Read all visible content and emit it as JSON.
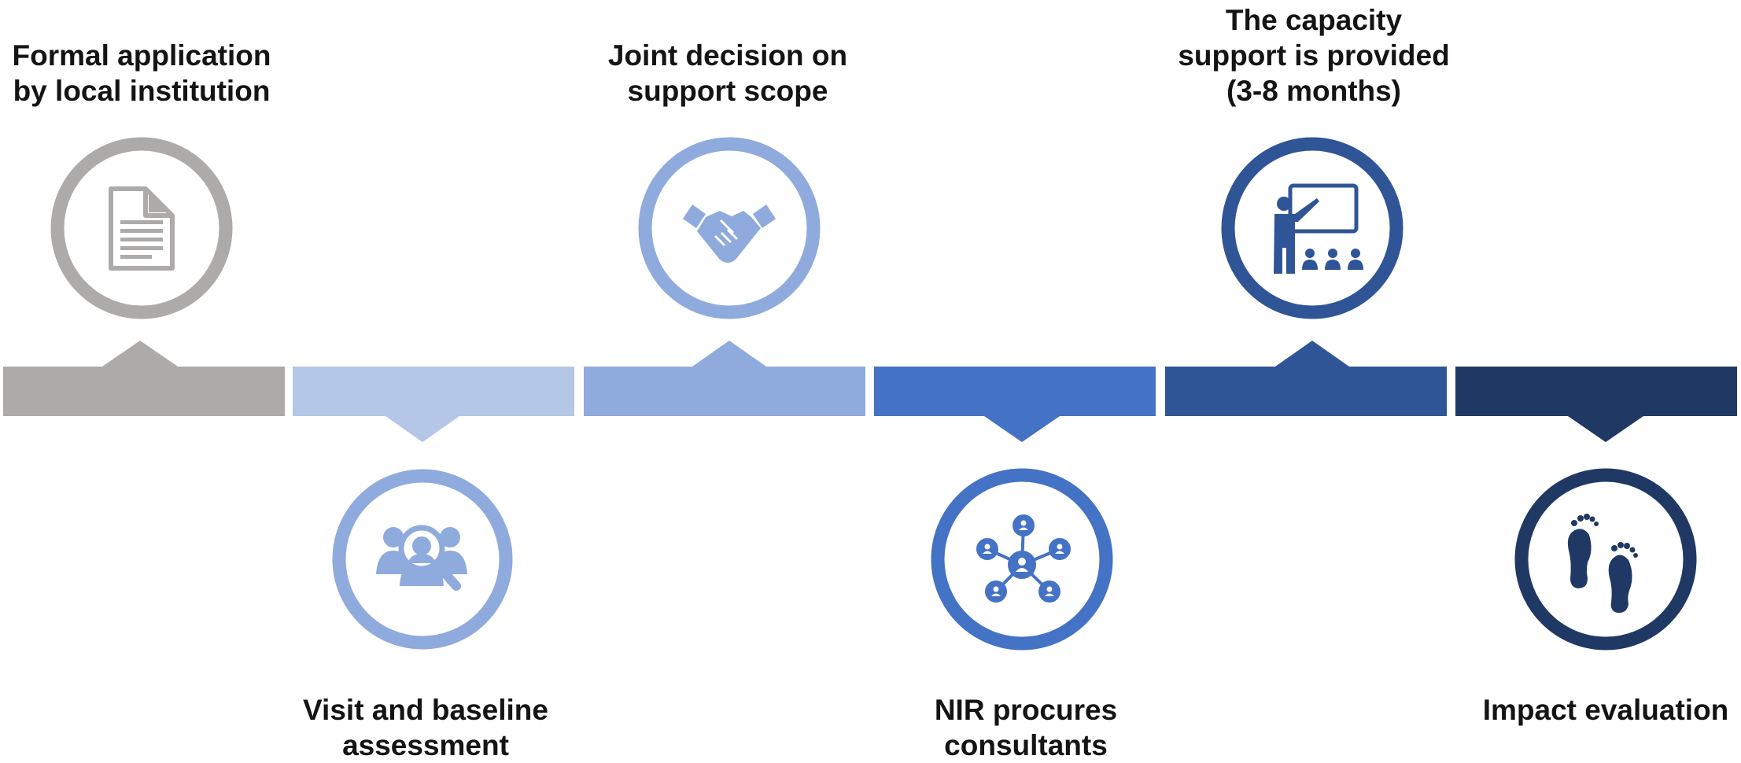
{
  "steps": [
    {
      "lines": [
        "Formal application",
        "by local institution"
      ],
      "color": "#ADABAA",
      "icon": "document-icon",
      "position": "top"
    },
    {
      "lines": [
        "Visit and baseline",
        "assessment"
      ],
      "color": "#B4C7E7",
      "icon": "search-people-icon",
      "position": "bottom"
    },
    {
      "lines": [
        "Joint decision on",
        "support scope"
      ],
      "color": "#8FAADC",
      "icon": "handshake-icon",
      "position": "top"
    },
    {
      "lines": [
        "NIR procures",
        "consultants"
      ],
      "color": "#4472C4",
      "icon": "network-icon",
      "position": "bottom"
    },
    {
      "lines": [
        "The capacity",
        "support is provided",
        "(3-8 months)"
      ],
      "color": "#2F5597",
      "icon": "presentation-icon",
      "position": "top"
    },
    {
      "lines": [
        "Impact evaluation"
      ],
      "color": "#203864",
      "icon": "footprints-icon",
      "position": "bottom"
    }
  ],
  "icon_colors": [
    "#ADABAA",
    "#8FAADC",
    "#8FAADC",
    "#4472C4",
    "#2F5597",
    "#203864"
  ]
}
